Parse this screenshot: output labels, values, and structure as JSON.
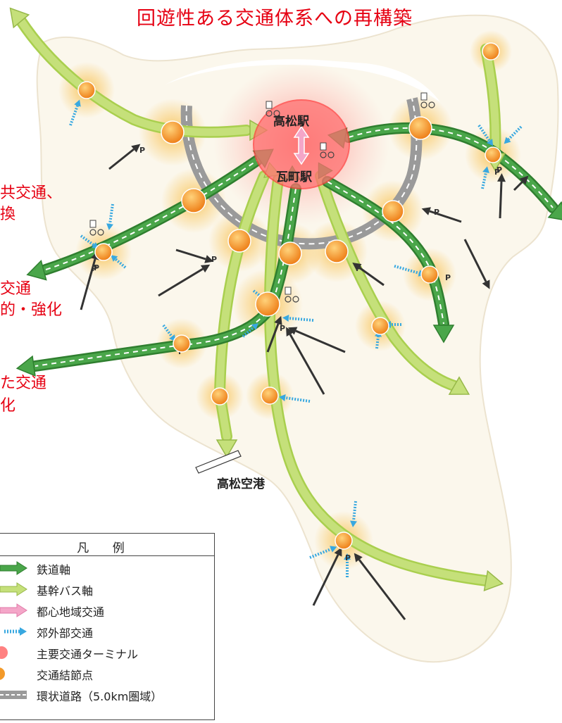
{
  "title": "回遊性ある交通体系への再構築",
  "side_text": [
    "共交通、",
    "換",
    "交通",
    "的・強化",
    "た交通",
    "化"
  ],
  "map_labels": {
    "takamatsu_station": "高松駅",
    "kawaramachi_station": "瓦町駅",
    "airport": "高松空港",
    "parking": "P"
  },
  "legend": {
    "title": "凡 例",
    "items": [
      {
        "label": "鉄道軸",
        "icon": "green-arrow-icon"
      },
      {
        "label": "基幹バス軸",
        "icon": "lightgreen-arrow-icon"
      },
      {
        "label": "都心地域交通",
        "icon": "pink-arrow-icon"
      },
      {
        "label": "郊外部交通",
        "icon": "blue-dashed-arrow-icon"
      },
      {
        "label": "主要交通ターミナル",
        "icon": "red-circle-icon"
      },
      {
        "label": "交通結節点",
        "icon": "orange-circle-icon"
      },
      {
        "label": "環状道路（5.0km圏域）",
        "icon": "gray-road-icon"
      }
    ]
  },
  "colors": {
    "title": "#e60012",
    "rail": "#4aa64a",
    "bus": "#c5e07a",
    "urban": "#f4a6c8",
    "suburban": "#38a8e0",
    "node": "#f39a2a",
    "ring_road": "#9a9a9a",
    "land": "#fbf7ec"
  }
}
